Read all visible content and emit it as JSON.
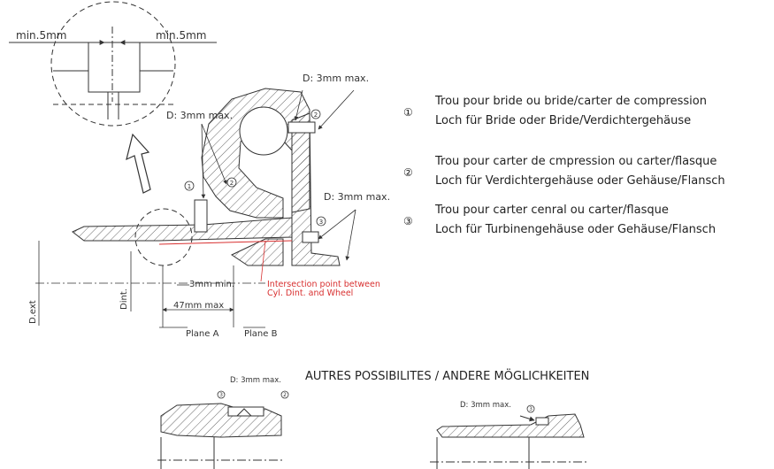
{
  "detail": {
    "min_left": "min.5mm",
    "min_right": "min.5mm"
  },
  "labels": {
    "d_top": "D: 3mm max.",
    "d_mid_left": "D: 3mm max.",
    "d_right": "D: 3mm max.",
    "mm_min": "3mm min.",
    "intersection_line1": "Intersection point between",
    "intersection_line2": "Cyl. Dint. and Wheel",
    "dim_47": "47mm max",
    "plane_a": "Plane A",
    "plane_b": "Plane B",
    "d_ext": "D.ext",
    "d_int": "Dint.",
    "circle1": "1",
    "circle2": "2",
    "circle3": "3"
  },
  "legend": [
    {
      "num": "①",
      "line1": "Trou pour bride ou bride/carter de compression",
      "line2": "Loch für Bride oder Bride/Verdichtergehäuse"
    },
    {
      "num": "②",
      "line1": "Trou pour carter de cmpression ou carter/flasque",
      "line2": "Loch für Verdichtergehäuse oder Gehäuse/Flansch"
    },
    {
      "num": "③",
      "line1": "Trou pour carter cenral ou carter/flasque",
      "line2": "Loch für Turbinengehäuse oder Gehäuse/Flansch"
    }
  ],
  "bottom": {
    "title": "AUTRES POSSIBILITES / ANDERE MÖGLICHKEITEN",
    "left_d": "D: 3mm max.",
    "right_d": "D: 3mm max."
  },
  "colors": {
    "line": "#333333",
    "hatch": "#555555",
    "red": "#d83030"
  }
}
